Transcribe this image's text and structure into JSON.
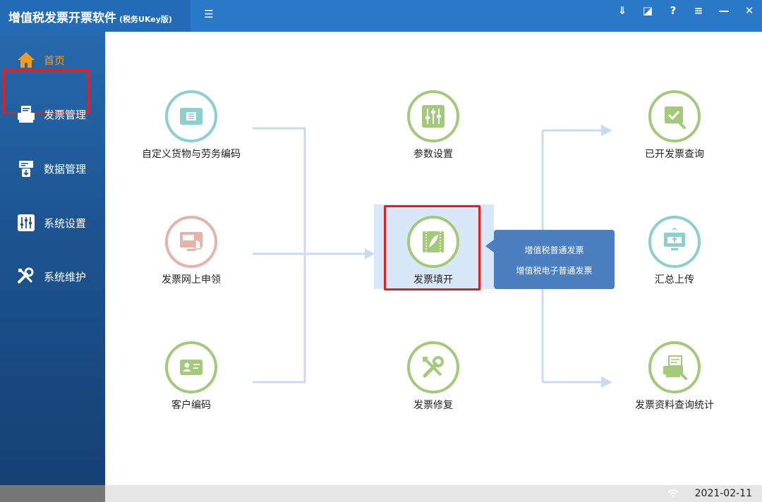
{
  "app": {
    "title": "增值税发票开票软件",
    "subtitle": "(税务UKey版)"
  },
  "window_controls": {
    "icons": [
      "download-icon",
      "restore-icon",
      "help-icon",
      "menu-icon",
      "minimize-icon",
      "close-icon"
    ],
    "glyphs": [
      "⇓",
      "◪",
      "?",
      "≡",
      "—",
      "✕"
    ]
  },
  "sidebar": {
    "items": [
      {
        "label": "首页",
        "icon": "home-icon",
        "active": true
      },
      {
        "label": "发票管理",
        "icon": "printer-icon"
      },
      {
        "label": "数据管理",
        "icon": "data-icon"
      },
      {
        "label": "系统设置",
        "icon": "sliders-icon"
      },
      {
        "label": "系统维护",
        "icon": "tools-icon"
      }
    ]
  },
  "features": {
    "custom_codes": "自定义货物与劳务编码",
    "invoice_apply": "发票网上申领",
    "customer_codes": "客户编码",
    "params": "参数设置",
    "invoice_fill": "发票填开",
    "invoice_repair": "发票修复",
    "issued_query": "已开发票查询",
    "summary_upload": "汇总上传",
    "stats_query": "发票资料查询统计"
  },
  "popup": {
    "items": [
      "增值税普通发票",
      "增值税电子普通发票"
    ]
  },
  "status": {
    "date": "2021-02-11"
  },
  "colors": {
    "titlebar": "#2a78c8",
    "sidebar": "#1d5592",
    "active_nav": "#f39b1f",
    "highlight_red": "#e02020",
    "teal": "#8ccfcf",
    "green": "#a3c97b",
    "pink": "#e8b2a8",
    "popup": "#4c7fc0",
    "connector": "#c9dcee"
  }
}
